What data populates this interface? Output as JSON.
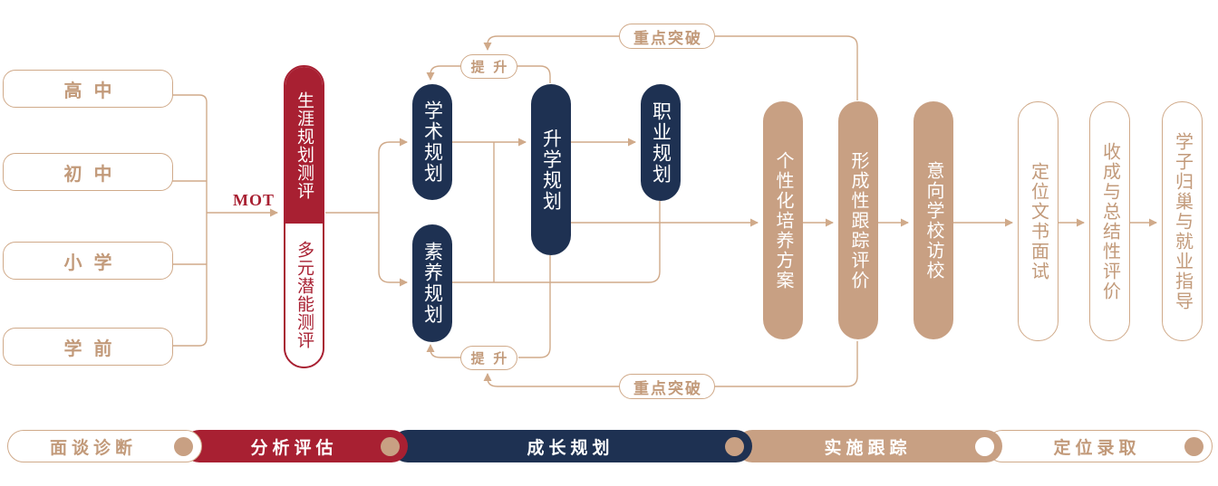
{
  "colors": {
    "red": "#a82032",
    "navy": "#1e3152",
    "tan": "#c8a083",
    "line": "#d0aa8a",
    "tan_text": "#c29a7a",
    "white": "#ffffff"
  },
  "entry_stages": [
    {
      "label": "高中"
    },
    {
      "label": "初中"
    },
    {
      "label": "小学"
    },
    {
      "label": "学前"
    }
  ],
  "mot": "MOT",
  "assessment": {
    "primary": "生涯规划测评",
    "secondary": "多元潜能测评"
  },
  "planning": [
    {
      "label": "学术规划"
    },
    {
      "label": "素养规划"
    },
    {
      "label": "升学规划"
    },
    {
      "label": "职业规划"
    }
  ],
  "boost": {
    "top": "提 升",
    "bottom": "提 升"
  },
  "breakthrough": {
    "top": "重点突破",
    "bottom": "重点突破"
  },
  "execution": [
    {
      "label": "个性化培养方案"
    },
    {
      "label": "形成性跟踪评价"
    },
    {
      "label": "意向学校访校"
    }
  ],
  "placement": [
    {
      "label": "定位文书面试"
    },
    {
      "label": "收成与总结性评价"
    },
    {
      "label": "学子归巢与就业指导"
    }
  ],
  "banner": [
    {
      "label": "面谈诊断",
      "style": "outline",
      "dot": "tan"
    },
    {
      "label": "分析评估",
      "style": "red",
      "dot": "tan"
    },
    {
      "label": "成长规划",
      "style": "navy",
      "dot": "tan"
    },
    {
      "label": "实施跟踪",
      "style": "tan",
      "dot": "white"
    },
    {
      "label": "定位录取",
      "style": "outline",
      "dot": "tan"
    }
  ]
}
